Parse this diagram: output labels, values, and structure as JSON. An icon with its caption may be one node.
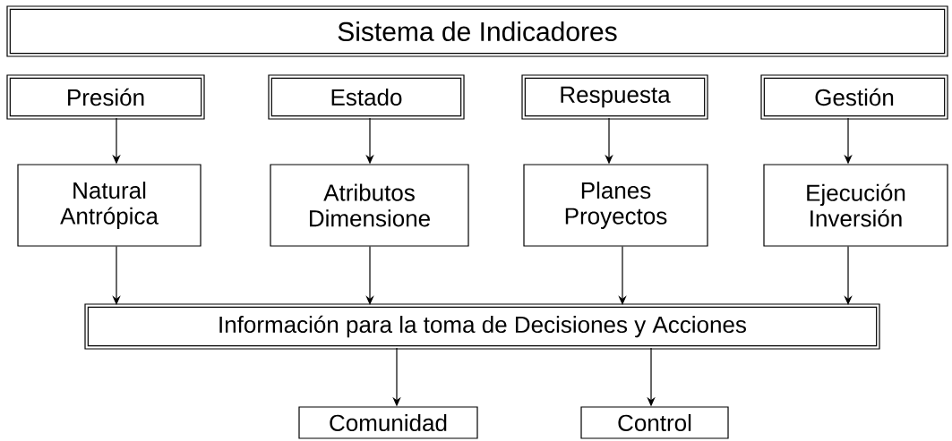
{
  "diagram": {
    "nodes": [
      {
        "text": [
          "Sistema de Indicadores"
        ]
      },
      {
        "text": [
          "Presión"
        ]
      },
      {
        "text": [
          "Estado"
        ]
      },
      {
        "text": [
          "Respuesta"
        ]
      },
      {
        "text": [
          "Gestión"
        ]
      },
      {
        "text": [
          "Natural Antrópica"
        ]
      },
      {
        "text": [
          "Atributos Dimensione"
        ]
      },
      {
        "text": [
          "Planes Proyectos"
        ]
      },
      {
        "text": [
          "Ejecución Inversión"
        ]
      },
      {
        "text": [
          "Información para la toma de Decisiones y Acciones"
        ]
      },
      {
        "text": [
          "Comunidad"
        ]
      },
      {
        "text": [
          "Control"
        ]
      }
    ],
    "edges": [
      {
        "from": 1,
        "to": 5,
        "arrow": "to"
      },
      {
        "from": 2,
        "to": 6,
        "arrow": "to"
      },
      {
        "from": 3,
        "to": 7,
        "arrow": "to"
      },
      {
        "from": 4,
        "to": 8,
        "arrow": "to"
      },
      {
        "from": 5,
        "to": 9,
        "arrow": "to"
      },
      {
        "from": 6,
        "to": 9,
        "arrow": "to"
      },
      {
        "from": 7,
        "to": 9,
        "arrow": "to"
      },
      {
        "from": 8,
        "to": 9,
        "arrow": "to"
      },
      {
        "from": 9,
        "to": 10,
        "arrow": "to"
      },
      {
        "from": 9,
        "to": 11,
        "arrow": "to"
      }
    ]
  }
}
